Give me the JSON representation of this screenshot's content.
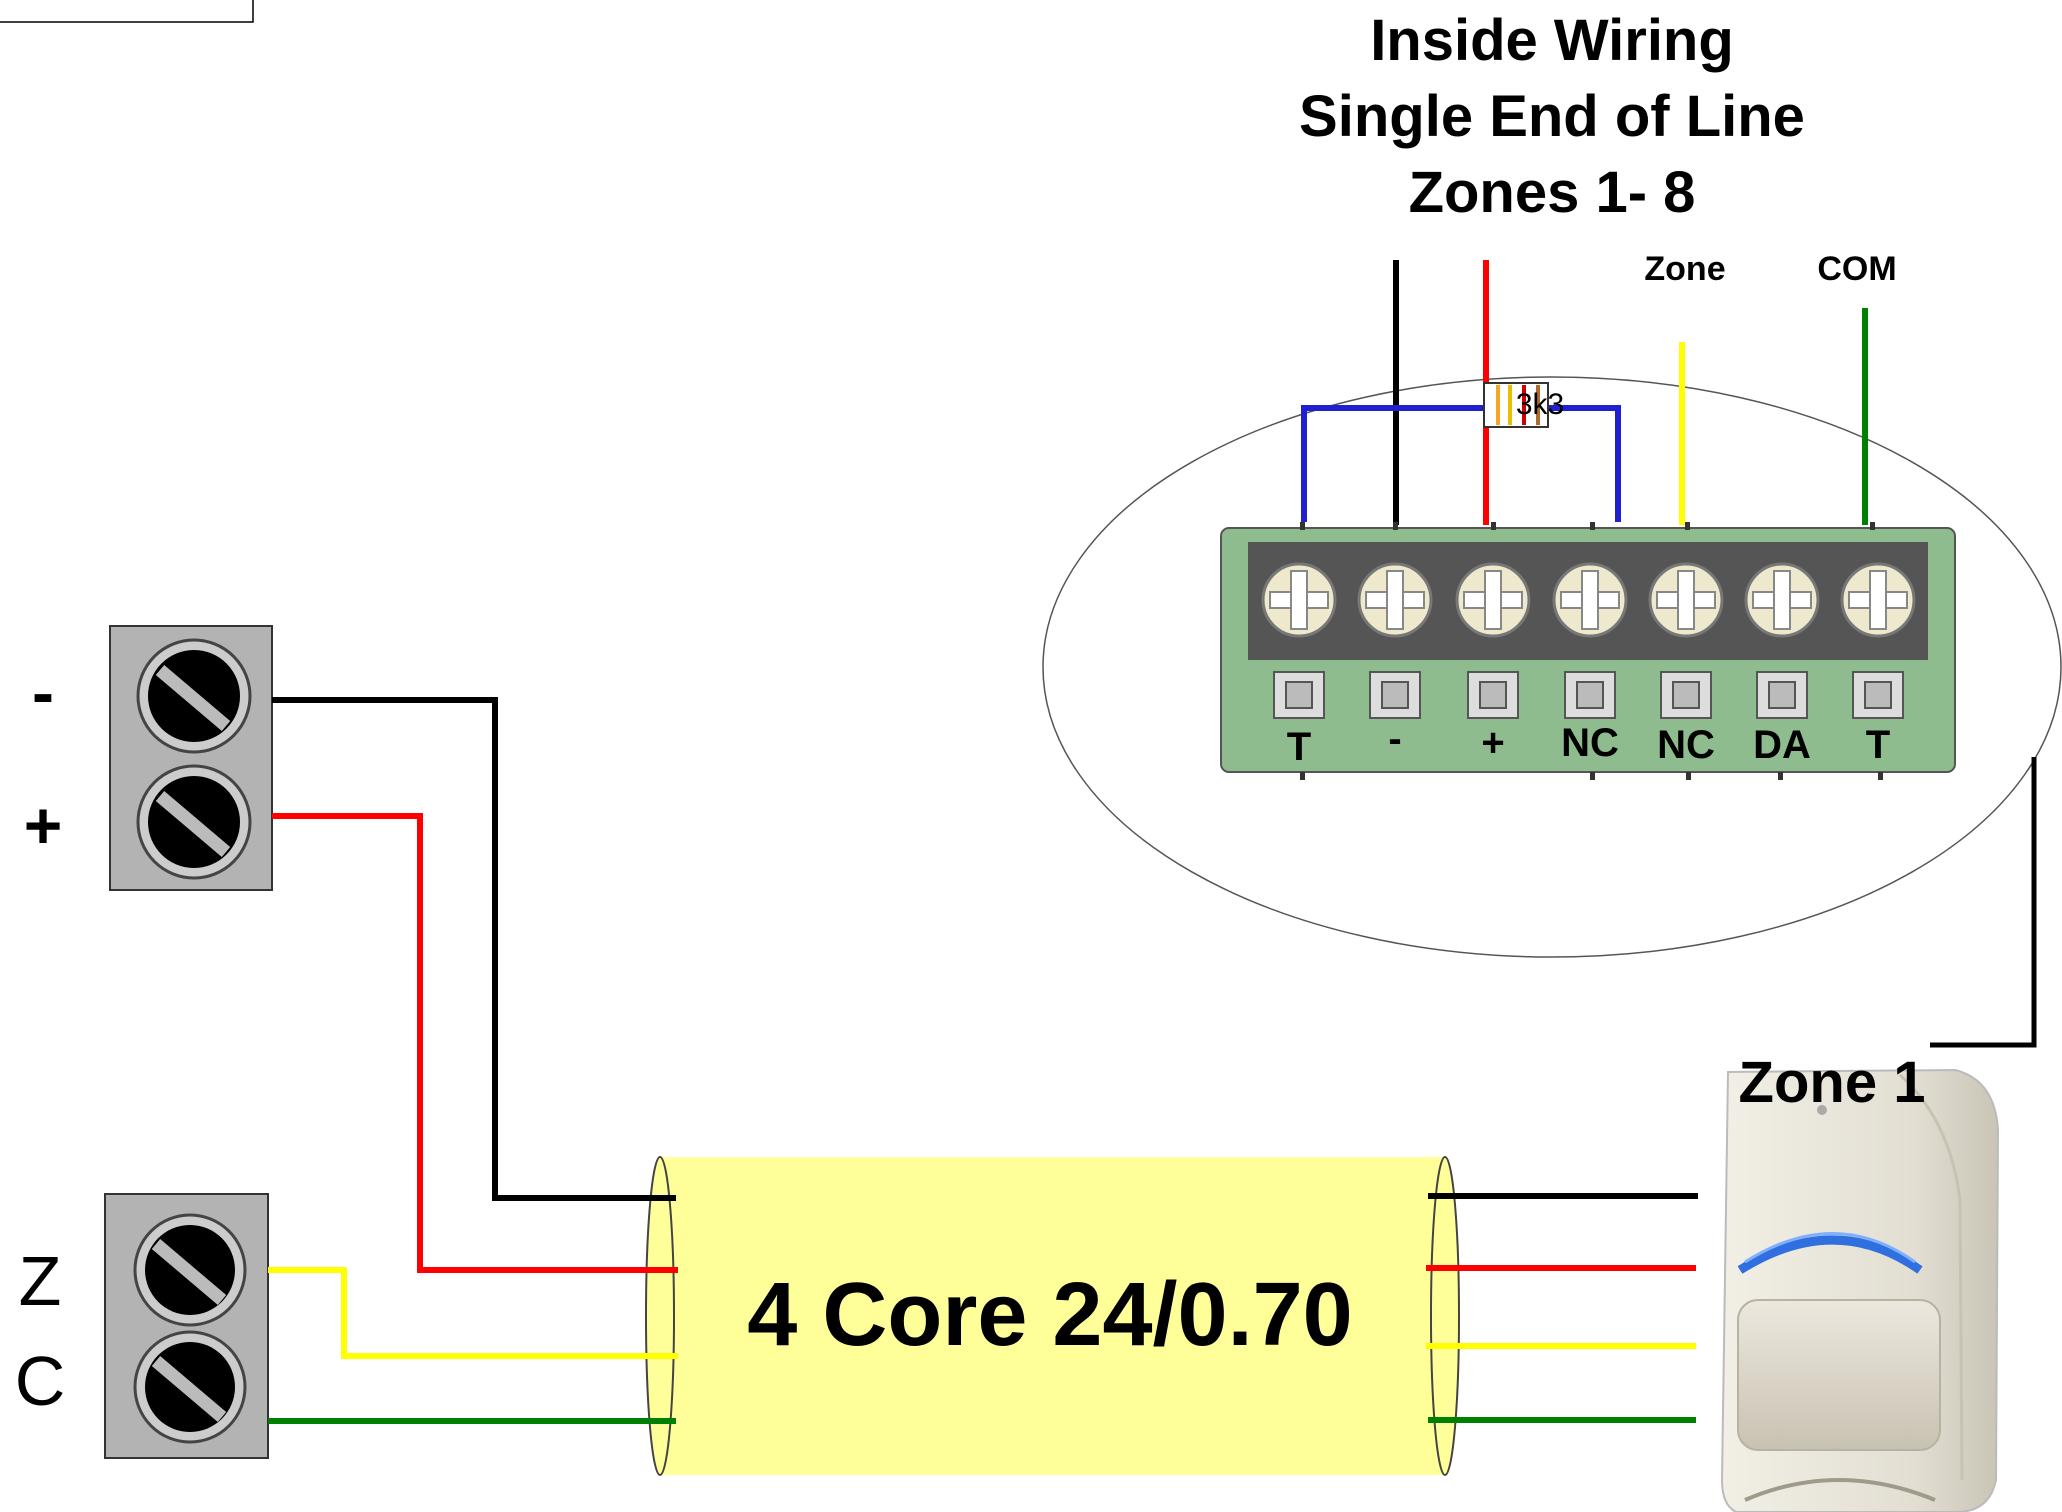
{
  "title": {
    "line1": "Inside Wiring",
    "line2": "Single End of Line",
    "line3": "Zones 1- 8"
  },
  "top_labels": {
    "zone": "Zone",
    "com": "COM"
  },
  "resistor": {
    "label": "3k3",
    "bands": [
      "#f5a623",
      "#e8c000",
      "#d00000",
      "#b06a2a"
    ]
  },
  "terminal_block": {
    "labels": [
      "T",
      "-",
      "+",
      "NC",
      "NC",
      "DA",
      "T"
    ]
  },
  "panel_power_block": {
    "minus_label": "-",
    "plus_label": "+"
  },
  "panel_zone_block": {
    "z_label": "Z",
    "c_label": "C"
  },
  "cable": {
    "label": "4 Core 24/0.70"
  },
  "detector": {
    "label": "Zone 1"
  },
  "colors": {
    "black_wire": "#000000",
    "red_wire": "#ff0000",
    "yellow_wire": "#ffff00",
    "green_wire": "#008000",
    "blue_wire": "#2020d0",
    "cable_fill": "#ffff99",
    "terminal_green": "#8fbc8f",
    "block_grey": "#b3b3b3"
  }
}
